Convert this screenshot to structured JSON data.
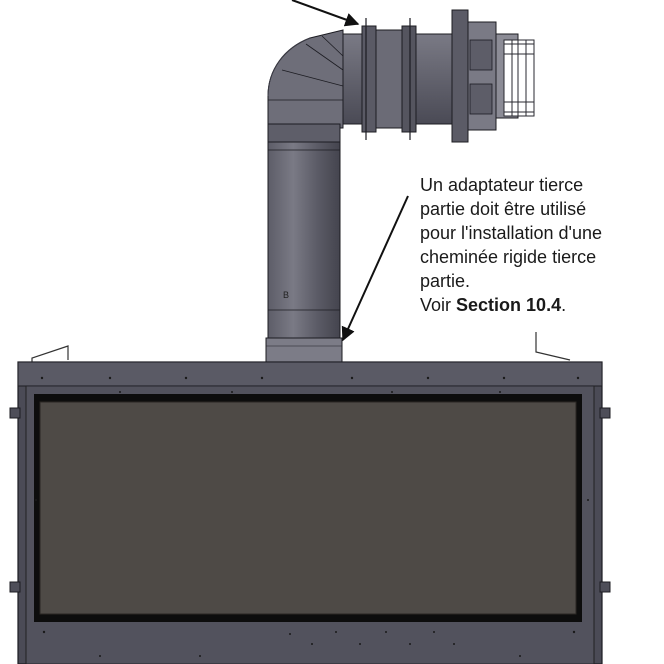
{
  "callout": {
    "lines": [
      "Un adaptateur tierce",
      "partie doit être utilisé",
      "pour l'installation d'une",
      "cheminée rigide tierce",
      "partie."
    ],
    "see_prefix": "Voir ",
    "see_ref": "Section 10.4",
    "see_suffix": "."
  },
  "pipe_label": "B",
  "colors": {
    "metal_dark": "#4a4a55",
    "metal_mid": "#6b6b76",
    "metal_light": "#8c8c96",
    "glass": "#4e4a46",
    "frame": "#0d0d0d",
    "outline": "#1c1c22",
    "background": "#ffffff"
  }
}
